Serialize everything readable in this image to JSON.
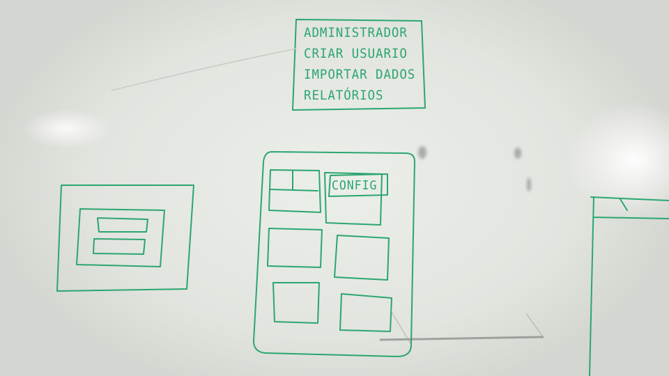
{
  "menu_note": {
    "items": [
      {
        "label": "ADMINISTRADOR"
      },
      {
        "label": "CRIAR USUARIO"
      },
      {
        "label": "IMPORTAR DADOS"
      },
      {
        "label": "RELATÓRIOS"
      }
    ]
  },
  "phone_mockup": {
    "tile_label": "CONFIG"
  },
  "ink_color": "#2aa66f",
  "board_color": "#e6e8e3"
}
